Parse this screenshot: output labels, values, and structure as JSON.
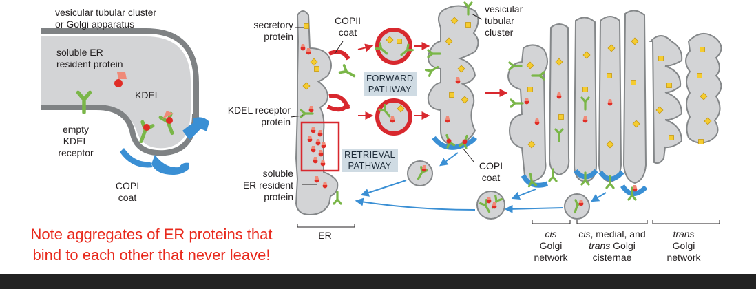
{
  "labels": {
    "vesicular_tubular_left": "vesicular tubular cluster",
    "golgi_apparatus": "or Golgi apparatus",
    "soluble_er_1": "soluble ER",
    "soluble_er_2": "resident protein",
    "kdel_left": "KDEL",
    "empty_1": "empty",
    "empty_2": "KDEL",
    "empty_3": "receptor",
    "copi_left_1": "COPI",
    "copi_left_2": "coat",
    "secretory_1": "secretory",
    "secretory_2": "protein",
    "copii_1": "COPII",
    "copii_2": "coat",
    "vtc_right_1": "vesicular",
    "vtc_right_2": "tubular",
    "vtc_right_3": "cluster",
    "kdel_receptor_1": "KDEL receptor",
    "kdel_receptor_2": "protein",
    "soluble_mid_1": "soluble",
    "soluble_mid_2": "ER resident",
    "soluble_mid_3": "protein",
    "copi_mid_1": "COPI",
    "copi_mid_2": "coat",
    "er": "ER",
    "cis_1": "cis",
    "cis_2": "Golgi",
    "cis_3": "network",
    "cisternae_1a": "cis",
    "cisternae_1b": ", medial, and",
    "cisternae_2a": "trans",
    "cisternae_2b": " Golgi",
    "cisternae_3": "cisternae",
    "trans_1": "trans",
    "trans_2": "Golgi",
    "trans_3": "network"
  },
  "pathways": {
    "forward_1": "FORWARD",
    "forward_2": "PATHWAY",
    "retrieval_1": "RETRIEVAL",
    "retrieval_2": "PATHWAY"
  },
  "note": {
    "line1": "Note aggregates of ER proteins that",
    "line2": "bind to each other that never leave!"
  },
  "colors": {
    "membrane_fill": "#d3d4d6",
    "membrane_edge": "#848789",
    "copii": "#d8282e",
    "copi": "#3a8fd4",
    "receptor": "#7ab648",
    "cargo": "#f2c428",
    "er_resident": "#e8403a",
    "note": "#e8291c"
  }
}
